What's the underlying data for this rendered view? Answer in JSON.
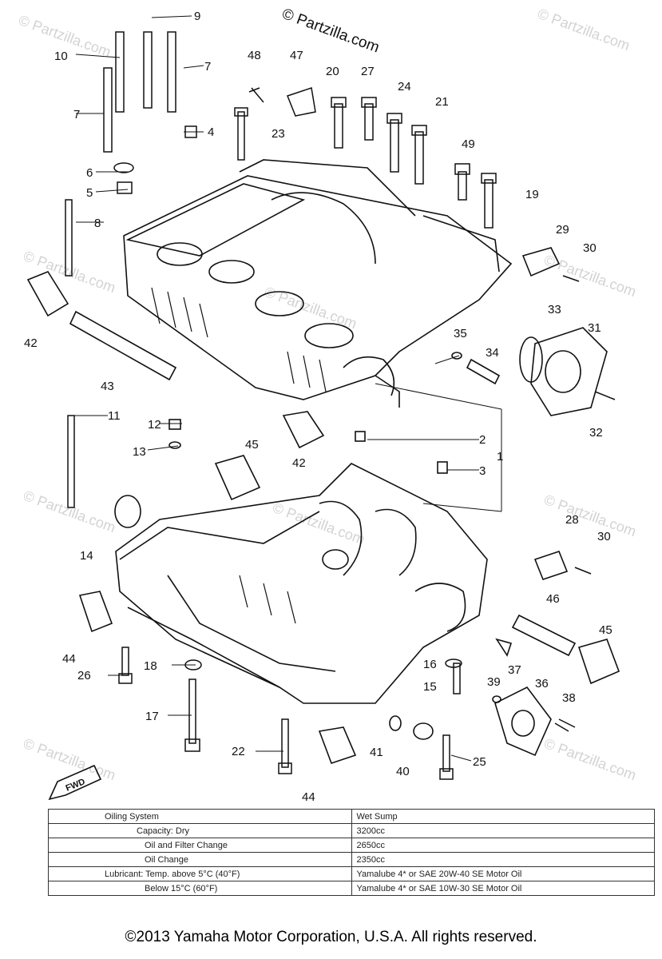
{
  "watermark_top": "© Partzilla.com",
  "watermark": "© Partzilla.com",
  "fwd_label": "FWD",
  "callouts": [
    "1",
    "2",
    "3",
    "4",
    "5",
    "6",
    "7",
    "7",
    "8",
    "9",
    "10",
    "11",
    "12",
    "13",
    "14",
    "15",
    "16",
    "17",
    "18",
    "19",
    "20",
    "21",
    "22",
    "23",
    "24",
    "25",
    "26",
    "27",
    "28",
    "29",
    "30",
    "30",
    "31",
    "32",
    "33",
    "34",
    "35",
    "36",
    "37",
    "38",
    "39",
    "40",
    "41",
    "42",
    "42",
    "43",
    "44",
    "44",
    "45",
    "45",
    "46",
    "47",
    "48",
    "49"
  ],
  "spec_table": {
    "rows": [
      {
        "label": "Oiling System",
        "value": "Wet Sump"
      },
      {
        "label": "Capacity: Dry",
        "value": "3200cc"
      },
      {
        "label": "Oil and Filter Change",
        "value": "2650cc"
      },
      {
        "label": "Oil Change",
        "value": "2350cc"
      },
      {
        "label": "Lubricant: Temp. above 5°C (40°F)",
        "value": "Yamalube 4* or SAE 20W-40 SE Motor Oil"
      },
      {
        "label": "Below 15°C (60°F)",
        "value": "Yamalube 4* or SAE 10W-30 SE Motor Oil"
      }
    ]
  },
  "copyright": "©2013 Yamaha Motor Corporation, U.S.A. All rights reserved."
}
